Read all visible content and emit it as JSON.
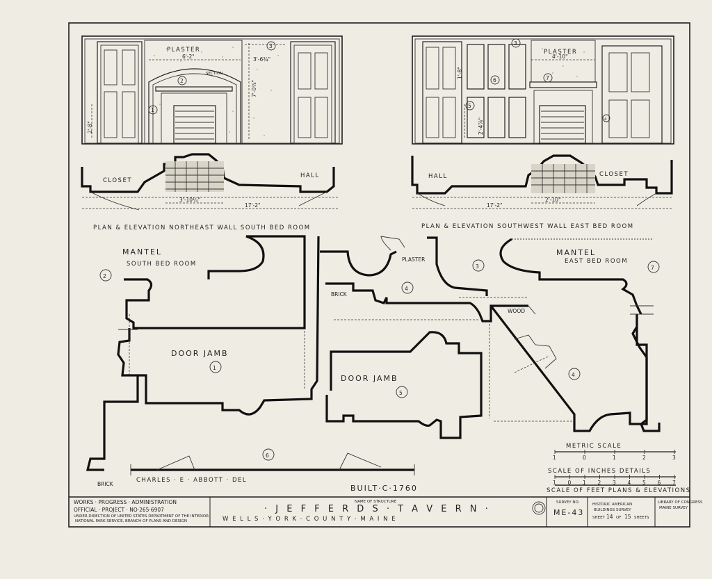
{
  "elevations": {
    "left": {
      "plaster_label": "PLASTER",
      "section_label": "SECTION",
      "dims": {
        "top_width": "6'-2\"",
        "side_width": "3'-6¾\"",
        "height": "7'-0⅞\"",
        "door_height": "2'-8\""
      }
    },
    "right": {
      "plaster_label": "PLASTER",
      "dims": {
        "top_width": "4'-10\"",
        "door_height": "1'-8\"",
        "side_height": "2'-4⅞\""
      }
    }
  },
  "plans": {
    "left": {
      "closet_label": "CLOSET",
      "hall_label": "HALL",
      "dim_fireplace": "3'-10¼\"",
      "dim_total": "17'-2\""
    },
    "right": {
      "closet_label": "CLOSET",
      "hall_label": "HALL",
      "dim_fireplace": "2'-10\"",
      "dim_total": "17'-2\""
    }
  },
  "captions": {
    "left": "PLAN & ELEVATION NORTHEAST WALL SOUTH BED ROOM",
    "right": "PLAN & ELEVATION SOUTHWEST WALL EAST BED ROOM"
  },
  "details": {
    "mantel_left_title": "MANTEL",
    "mantel_left_sub": "SOUTH BED ROOM",
    "mantel_right_title": "MANTEL",
    "mantel_right_sub": "EAST BED ROOM",
    "door_jamb_1": "DOOR JAMB",
    "door_jamb_5": "DOOR JAMB",
    "plaster": "PLASTER",
    "brick": "BRICK",
    "wood": "WOOD",
    "brick_bottom": "BRICK"
  },
  "markers": [
    "1",
    "2",
    "3",
    "4",
    "5",
    "6",
    "7"
  ],
  "scales": {
    "metric_title": "METRIC SCALE",
    "metric_ticks": [
      "1",
      "0",
      "1",
      "2",
      "3"
    ],
    "inches_title": "SCALE OF INCHES DETAILS",
    "inches_ticks": [
      "1",
      "0",
      "1",
      "2",
      "3",
      "4",
      "5",
      "6",
      "7"
    ],
    "feet_title": "SCALE OF FEET PLANS & ELEVATIONS"
  },
  "credits": {
    "drawn_by": "CHARLES · E · ABBOTT · DEL",
    "built": "BUILT·C·1760"
  },
  "title_block": {
    "agency_line1": "WORKS · PROGRESS · ADMINISTRATION",
    "agency_line2": "OFFICIAL · PROJECT · NO·265·6907",
    "agency_line3": "UNDER DIRECTION OF UNITED STATES DEPARTMENT OF THE INTERIOR",
    "agency_line4": "NATIONAL PARK SERVICE, BRANCH OF PLANS AND DESIGN",
    "name_label": "NAME OF STRUCTURE",
    "structure_name": "· J E F F E R D S · T A V E R N ·",
    "location": "W E L L S · Y O R K · C O U N T Y · M A I N E",
    "survey_label": "SURVEY NO.",
    "survey_no": "ME-43",
    "survey_title_1": "HISTORIC AMERICAN",
    "survey_title_2": "BUILDINGS SURVEY",
    "sheet_label": "SHEET",
    "sheet_no": "14",
    "sheet_of": "OF",
    "sheet_total": "15",
    "sheets_label": "SHEETS",
    "library_1": "LIBRARY OF CONGRESS",
    "library_2": "MAINE SURVEY"
  }
}
